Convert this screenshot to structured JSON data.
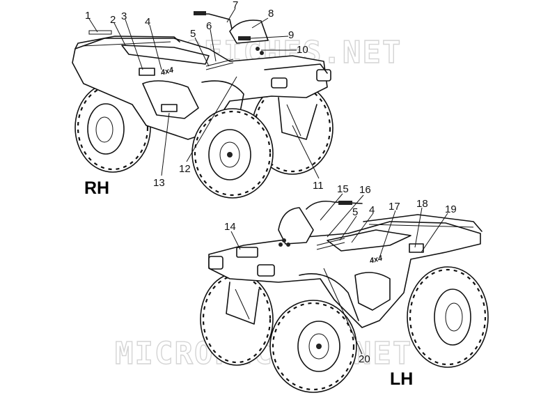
{
  "watermark": "MICROFICHES.NET",
  "views": {
    "rh": "RH",
    "lh": "LH"
  },
  "callouts": [
    "1",
    "2",
    "3",
    "4",
    "5",
    "6",
    "7",
    "8",
    "9",
    "10",
    "11",
    "12",
    "13",
    "14",
    "15",
    "16",
    "5",
    "4",
    "17",
    "18",
    "19",
    "20"
  ]
}
